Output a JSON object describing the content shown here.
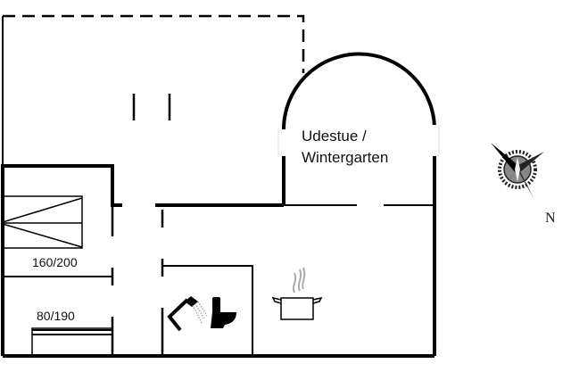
{
  "rooms": {
    "wintergarden_line1": "Udestue /",
    "wintergarden_line2": "Wintergarten"
  },
  "beds": {
    "double": "160/200",
    "single": "80/190"
  },
  "compass": {
    "north_label": "N"
  },
  "icons": [
    "shower-icon",
    "toilet-icon",
    "cooking-pot-icon",
    "compass-rose-icon"
  ],
  "colors": {
    "walls": "#000000",
    "window": "#dddddd"
  }
}
